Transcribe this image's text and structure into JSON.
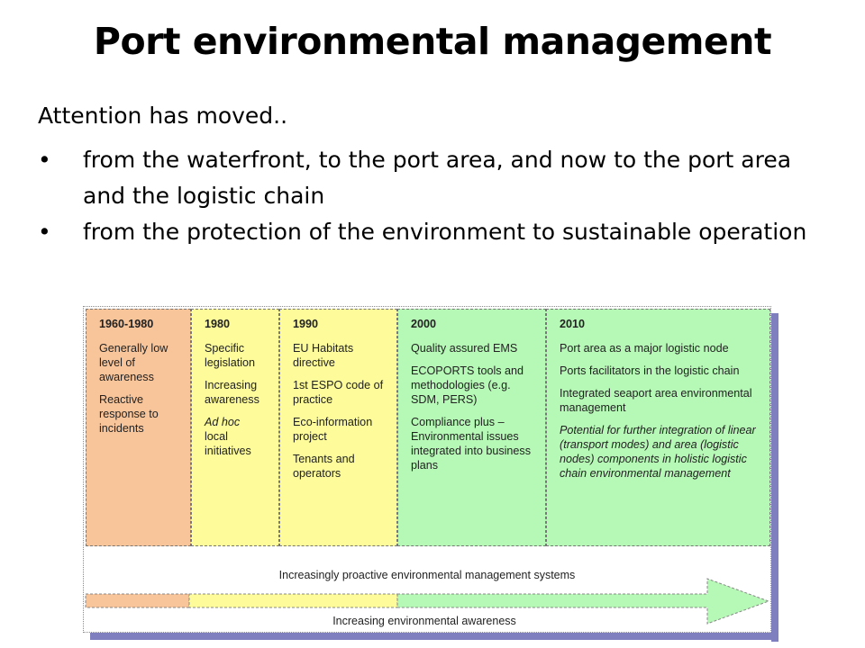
{
  "slide": {
    "title": "Port environmental management",
    "intro": "Attention has moved..",
    "bullets": [
      "from the waterfront, to the port area, and now to the port area and the logistic chain",
      "from the protection of the environment to sustainable operation"
    ],
    "bullet_symbol": "•"
  },
  "diagram": {
    "columns": [
      {
        "year": "1960-1980",
        "color": "#f8c59a",
        "items": [
          "Generally low level of awareness",
          "Reactive response to incidents"
        ]
      },
      {
        "year": "1980",
        "color": "#fdfb9a",
        "items": [
          "Specific legislation",
          "Increasing awareness",
          "local initiatives"
        ],
        "italic_prefix": "Ad hoc"
      },
      {
        "year": "1990",
        "color": "#fdfb9a",
        "items": [
          "EU Habitats directive",
          "1st ESPO code of practice",
          "Eco-information project",
          "Tenants and operators"
        ]
      },
      {
        "year": "2000",
        "color": "#b6f8b6",
        "items": [
          "Quality assured EMS",
          "ECOPORTS tools and methodologies (e.g. SDM, PERS)",
          "Compliance plus – Environmental issues integrated into business plans"
        ]
      },
      {
        "year": "2010",
        "color": "#b6f8b6",
        "items": [
          "Port area as a major logistic node",
          "Ports facilitators in the logistic chain",
          "Integrated seaport area environmental management"
        ],
        "italic_note": "Potential for further integration of linear (transport modes) and area (logistic nodes) components in holistic logistic chain environmental management"
      }
    ],
    "arrow_top_label": "Increasingly proactive environmental management systems",
    "arrow_bottom_label": "Increasing environmental awareness",
    "colors": {
      "orange": "#f8c59a",
      "yellow": "#fdfb9a",
      "green": "#b6f8b6",
      "shadow": "#7f7fc0"
    }
  }
}
